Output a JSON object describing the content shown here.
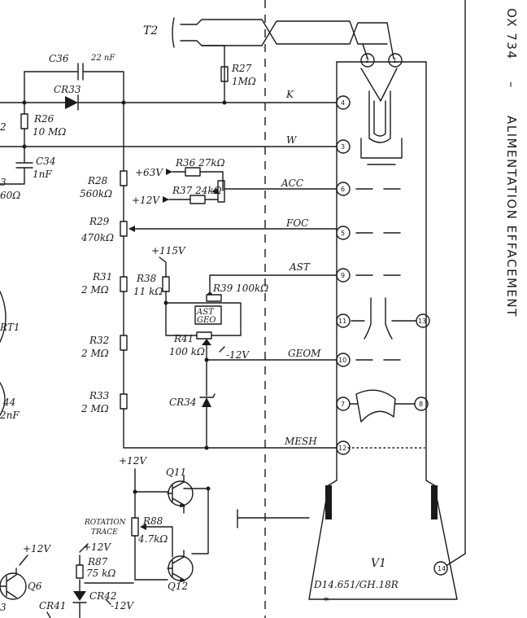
{
  "side_title": {
    "model": "OX 734",
    "dash": "–",
    "title": "ALIMENTATION EFFACEMENT"
  },
  "components": {
    "t2": "T2",
    "c36": "C36",
    "c36_val": "22 nF",
    "r27": "R27",
    "r27_val": "1MΩ",
    "cr33": "CR33",
    "r26": "R26",
    "r26_val": "10 MΩ",
    "c34": "C34",
    "c34_val": "1nF",
    "r28": "R28",
    "r28_val": "560kΩ",
    "r29": "R29",
    "r29_val": "470kΩ",
    "r31": "R31",
    "r31_val": "2 MΩ",
    "r32": "R32",
    "r32_val": "2 MΩ",
    "r33": "R33",
    "r33_val": "2 MΩ",
    "r36": "R36 27kΩ",
    "r37": "R37 24kΩ",
    "r38": "R38",
    "r38_val": "11 kΩ",
    "r39": "R39 100kΩ",
    "r41": "R41",
    "r41_val": "100 kΩ",
    "ast_geo": "AST",
    "ast_geo2": "GEO",
    "cr34": "CR34",
    "q11": "Q11",
    "q12": "Q12",
    "r88": "R88",
    "r88_val": "4.7kΩ",
    "rotation": "ROTATION",
    "trace": "TRACE",
    "r87": "R87",
    "r87_val": "75 kΩ",
    "cr42": "CR42",
    "q6": "Q6",
    "cr41": "CR41",
    "v1": "V1",
    "tube_type": "D14.651/GH.18R",
    "star": "*"
  },
  "voltages": {
    "p63": "+63V",
    "p12a": "+12V",
    "p115": "+115V",
    "m12a": "-12V",
    "p12b": "+12V",
    "p12c": "+12V",
    "p12d": "+12V",
    "m12b": "-12V"
  },
  "nets": {
    "k": "K",
    "w": "W",
    "acc": "ACC",
    "foc": "FOC",
    "ast": "AST",
    "geom": "GEOM",
    "mesh": "MESH"
  },
  "pins": {
    "p1": "1",
    "p2": "2",
    "p3": "3",
    "p4": "4",
    "p5": "5",
    "p6": "6",
    "p7": "7",
    "p8": "8",
    "p9": "9",
    "p10": "10",
    "p11": "11",
    "p12": "12",
    "p13": "13",
    "p14": "14"
  },
  "left_fragments": {
    "r2": "2",
    "r3": "3",
    "r3v": "60Ω",
    "rt1": "RT1",
    "c44": "44",
    "c44v": "2nF",
    "q6_3": "3"
  }
}
